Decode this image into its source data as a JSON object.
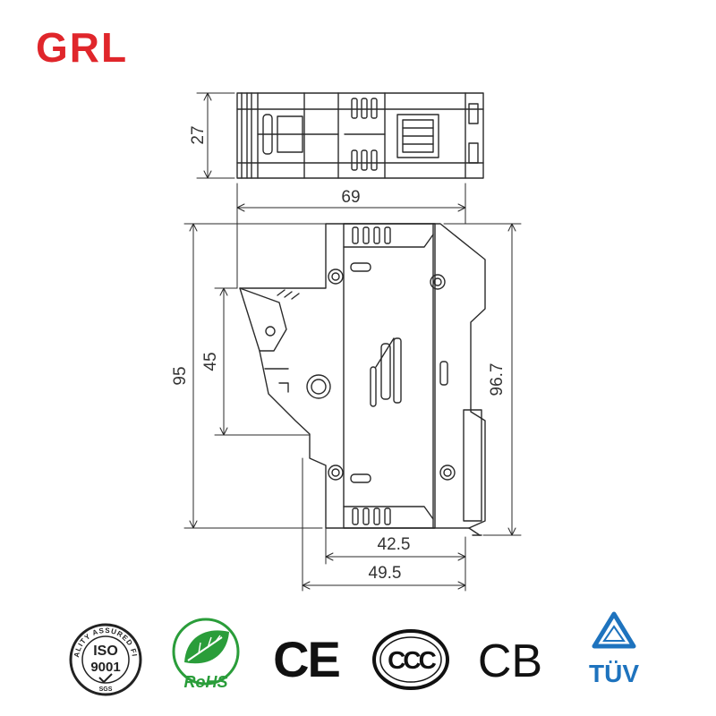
{
  "brand": {
    "name": "GRL",
    "color": "#e0262b"
  },
  "drawing": {
    "line_color": "#2a2a2a",
    "dimensions": {
      "depth": "27",
      "width_total": "69",
      "height_body": "95",
      "height_window": "45",
      "height_total": "96.7",
      "base_inner": "42.5",
      "base_outer": "49.5"
    }
  },
  "certifications": {
    "iso": {
      "icon": "iso9001-seal-icon",
      "ring_text": "QUALITY ASSURED FIRM",
      "main_line1": "ISO",
      "main_line2": "9001",
      "footer": "SGS"
    },
    "rohs": {
      "icon": "rohs-leaf-icon",
      "label": "RoHS",
      "color": "#2a9d3a"
    },
    "ce": {
      "icon": "ce-mark-icon",
      "label": "CE"
    },
    "ccc": {
      "icon": "ccc-mark-icon",
      "label": "CCC"
    },
    "cb": {
      "icon": "cb-mark-icon",
      "label": "CB"
    },
    "tuv": {
      "icon": "tuv-triangle-icon",
      "label": "TÜV",
      "color": "#1e73be"
    }
  }
}
